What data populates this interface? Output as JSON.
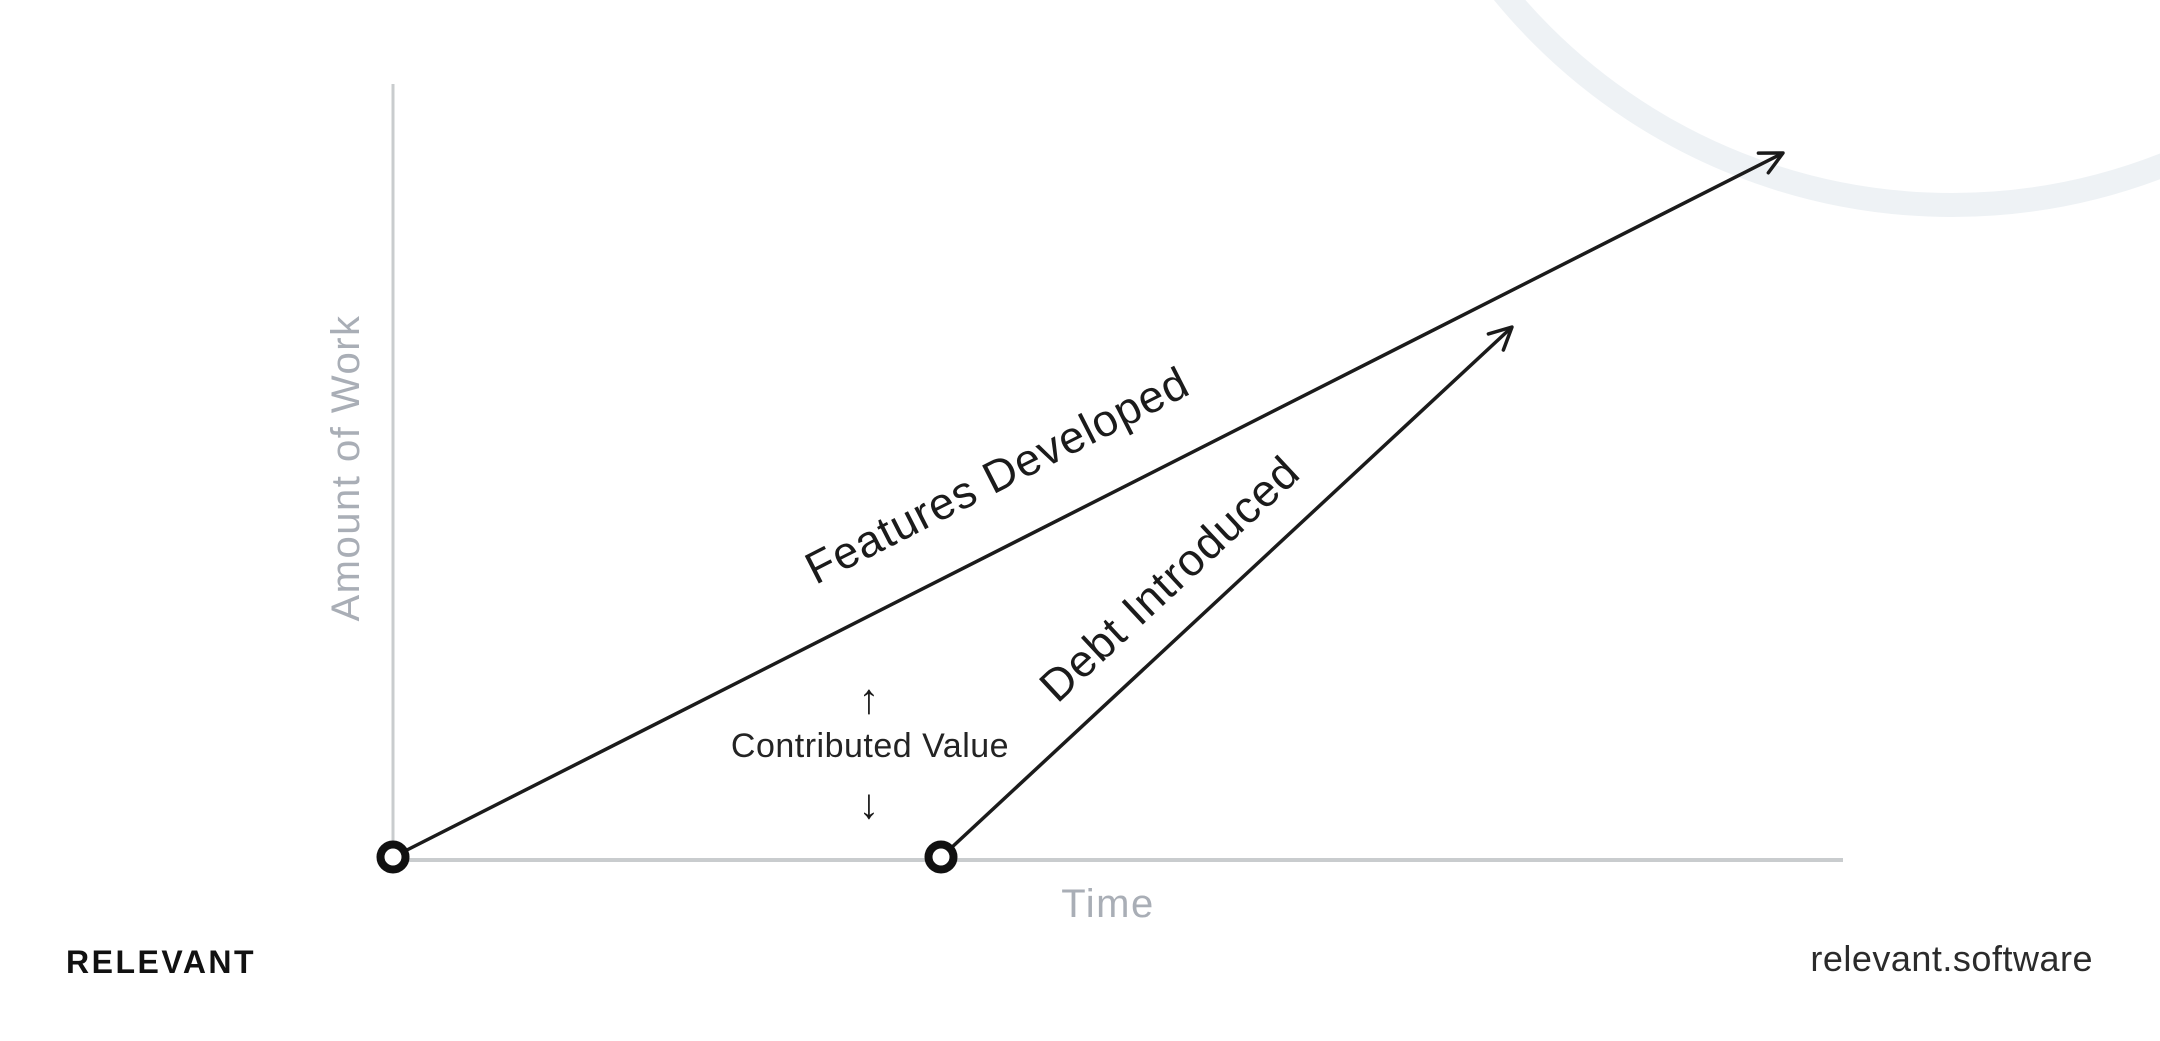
{
  "page": {
    "background_color": "#ffffff",
    "accent_dark": "#1b1b1b",
    "axis_color": "#c9ccce",
    "axis_label_color": "#a9aeb6",
    "watermark_arc_color": "#eef2f5"
  },
  "chart": {
    "y_axis_label": "Amount of Work",
    "x_axis_label": "Time",
    "series": [
      {
        "label": "Features Developed"
      },
      {
        "label": "Debt Introduced"
      }
    ],
    "annotation": {
      "text": "Contributed Value",
      "arrow_up": "↑",
      "arrow_down": "↓"
    }
  },
  "chart_data": {
    "type": "line",
    "title": "",
    "xlabel": "Time",
    "ylabel": "Amount of Work",
    "note": "Conceptual chart, no numeric scale; coordinates are fractions of axis length",
    "series": [
      {
        "name": "Features Developed",
        "points": [
          [
            0.0,
            0.0
          ],
          [
            0.96,
            0.91
          ]
        ],
        "start_marker": "open-circle",
        "end_marker": "arrowhead"
      },
      {
        "name": "Debt Introduced",
        "points": [
          [
            0.38,
            0.0
          ],
          [
            0.77,
            0.69
          ]
        ],
        "start_marker": "open-circle",
        "end_marker": "arrowhead"
      }
    ],
    "annotations": [
      {
        "text": "Contributed Value",
        "meaning": "vertical gap between the two lines",
        "position_fraction": [
          0.33,
          0.15
        ]
      }
    ],
    "grid": false,
    "legend_position": "labels-on-lines"
  },
  "footer": {
    "logo_text": "RELEVANT",
    "website_text": "relevant.software"
  }
}
